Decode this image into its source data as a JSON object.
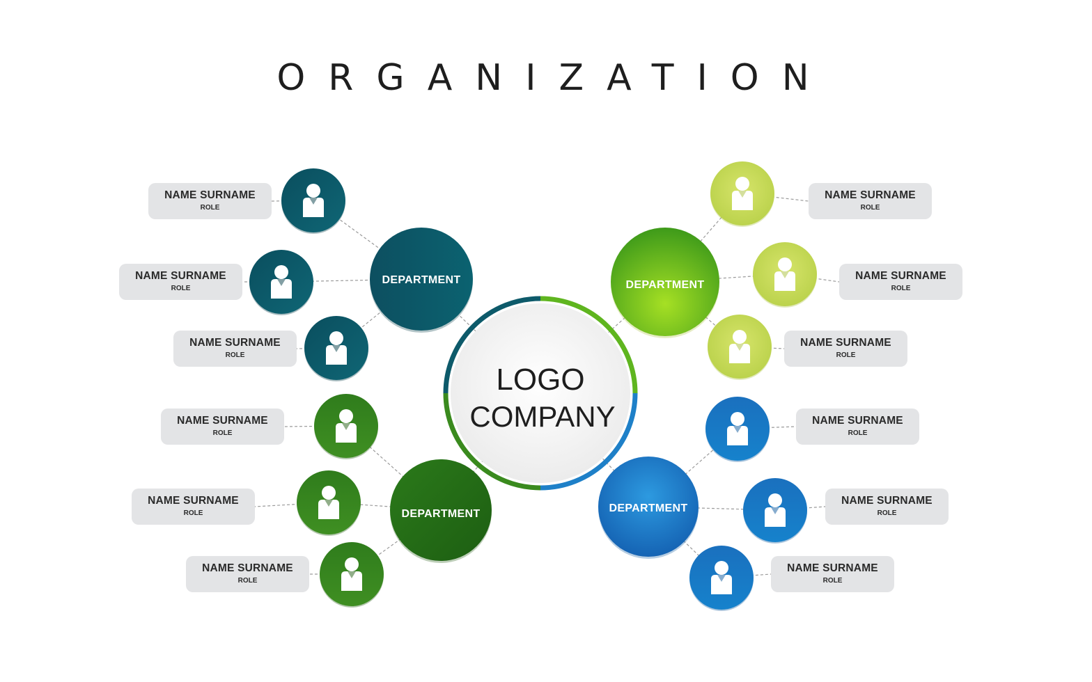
{
  "title": "ORGANIZATION",
  "center": {
    "line1": "LOGO",
    "line2": "COMPANY"
  },
  "colors": {
    "teal": "#0d5a6a",
    "lime": "#8cc63f",
    "green": "#3a8a1e",
    "blue": "#1a7ac4",
    "lime_person": "#c8dc5a",
    "label_bg": "#e3e4e6"
  },
  "departments": [
    {
      "label": "DEPARTMENT",
      "color": "teal",
      "members": [
        {
          "name": "NAME SURNAME",
          "role": "ROLE"
        },
        {
          "name": "NAME SURNAME",
          "role": "ROLE"
        },
        {
          "name": "NAME SURNAME",
          "role": "ROLE"
        }
      ]
    },
    {
      "label": "DEPARTMENT",
      "color": "lime",
      "members": [
        {
          "name": "NAME SURNAME",
          "role": "ROLE"
        },
        {
          "name": "NAME SURNAME",
          "role": "ROLE"
        },
        {
          "name": "NAME SURNAME",
          "role": "ROLE"
        }
      ]
    },
    {
      "label": "DEPARTMENT",
      "color": "green",
      "members": [
        {
          "name": "NAME SURNAME",
          "role": "ROLE"
        },
        {
          "name": "NAME SURNAME",
          "role": "ROLE"
        },
        {
          "name": "NAME SURNAME",
          "role": "ROLE"
        }
      ]
    },
    {
      "label": "DEPARTMENT",
      "color": "blue",
      "members": [
        {
          "name": "NAME SURNAME",
          "role": "ROLE"
        },
        {
          "name": "NAME SURNAME",
          "role": "ROLE"
        },
        {
          "name": "NAME SURNAME",
          "role": "ROLE"
        }
      ]
    }
  ]
}
